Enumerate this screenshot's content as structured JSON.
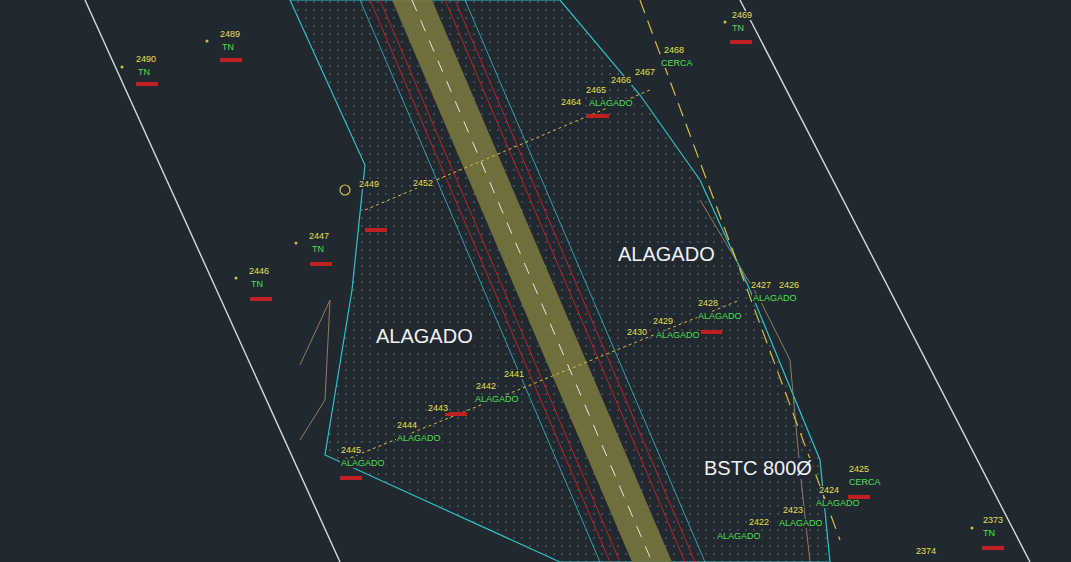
{
  "diagram": {
    "labels": [
      "2490",
      "TN",
      "2489",
      "TN",
      "2469",
      "TN",
      "2468",
      "CERCA",
      "2467",
      "2466",
      "2465",
      "ALAGADO",
      "2464",
      "2449",
      "2452",
      "2447",
      "TN",
      "2446",
      "TN",
      "2445",
      "ALAGADO",
      "2444",
      "ALAGADO",
      "2443",
      "2442",
      "ALAGADO",
      "2441",
      "2428",
      "ALAGADO",
      "2429",
      "ALAGADO",
      "2430",
      "2427",
      "ALAGADO",
      "2426",
      "BSTC 800Ø",
      "2425",
      "CERCA",
      "2424",
      "ALAGADO",
      "2423",
      "ALAGADO",
      "2422",
      "ALAGADO",
      "2373",
      "TN",
      "2374",
      "ALAGADO",
      "ALAGADO"
    ]
  }
}
